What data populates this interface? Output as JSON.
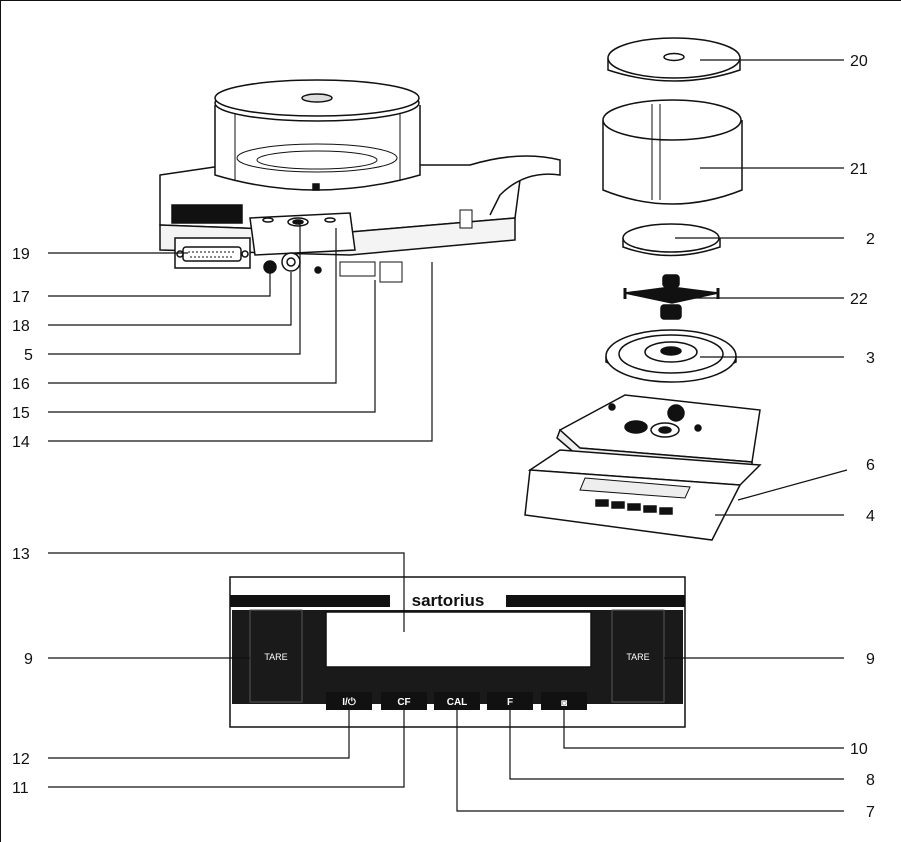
{
  "callouts": {
    "c20": "20",
    "c21": "21",
    "c2": "2",
    "c22": "22",
    "c3": "3",
    "c6": "6",
    "c4": "4",
    "c19": "19",
    "c17": "17",
    "c18": "18",
    "c5": "5",
    "c16": "16",
    "c15": "15",
    "c14": "14",
    "c13": "13",
    "c9_left": "9",
    "c9_right": "9",
    "c12": "12",
    "c11": "11",
    "c10": "10",
    "c8": "8",
    "c7": "7"
  },
  "panel": {
    "brand": "sartorius",
    "tare_left": "TARE",
    "tare_right": "TARE",
    "keys": {
      "power": "I/⏻",
      "cf": "CF",
      "cal": "CAL",
      "f": "F",
      "print": "◙"
    }
  },
  "colors": {
    "line": "#111111",
    "panel_dark": "#1a1a1a",
    "key": "#111111"
  }
}
